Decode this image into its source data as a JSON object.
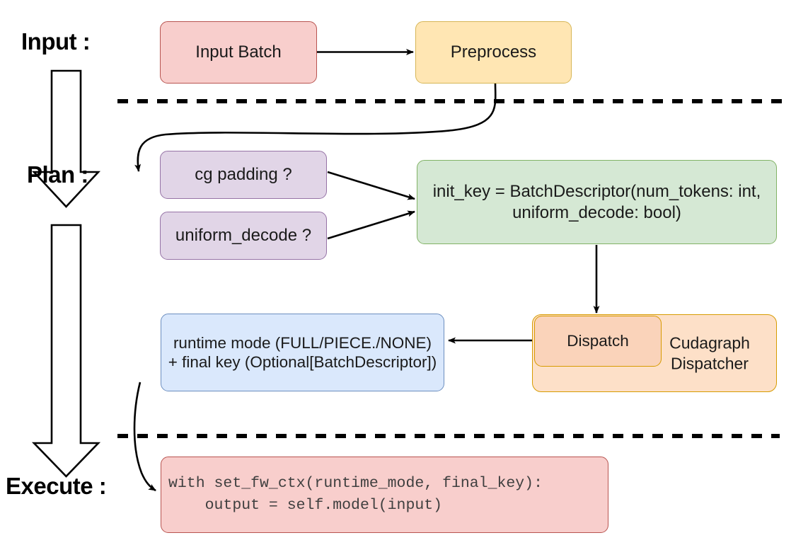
{
  "diagram": {
    "title": "vLLM cudagraph dispatch flow",
    "stages": [
      {
        "id": "input",
        "label": "Input :"
      },
      {
        "id": "plan",
        "label": "Plan :"
      },
      {
        "id": "execute",
        "label": "Execute :"
      }
    ],
    "nodes": [
      {
        "id": "input-batch",
        "label": "Input Batch",
        "color": "#f8cecc",
        "border": "#b85450"
      },
      {
        "id": "preprocess",
        "label": "Preprocess",
        "color": "#ffe6b3",
        "border": "#d6b656"
      },
      {
        "id": "cg-padding",
        "label": "cg padding ?",
        "color": "#e1d5e7",
        "border": "#9673a6"
      },
      {
        "id": "uniform-decode",
        "label": "uniform_decode ?",
        "color": "#e1d5e7",
        "border": "#9673a6"
      },
      {
        "id": "init-key",
        "label": "init_key = BatchDescriptor(num_tokens: int, uniform_decode: bool)",
        "line1": "init_key = BatchDescriptor(num_tokens: int,",
        "line2": "uniform_decode: bool)",
        "color": "#d5e8d4",
        "border": "#82b366"
      },
      {
        "id": "dispatch",
        "label": "Dispatch",
        "color": "#fad3ba",
        "border": "#d79b00"
      },
      {
        "id": "cudagraph-dispatcher",
        "label": "Cudagraph Dispatcher",
        "line1": "Cudagraph",
        "line2": "Dispatcher",
        "color": "#fde0c8",
        "border": "#d79b00"
      },
      {
        "id": "runtime-mode",
        "label": "runtime mode (FULL/PIECE./NONE) + final key (Optional[BatchDescriptor])",
        "line1": "runtime mode (FULL/PIECE./NONE)",
        "line2": "+ final key (Optional[BatchDescriptor])",
        "color": "#dae8fc",
        "border": "#6c8ebf"
      },
      {
        "id": "execute-code",
        "label": "with set_fw_ctx(runtime_mode, final_key):\n    output = self.model(input)",
        "line1": "with set_fw_ctx(runtime_mode, final_key):",
        "line2": "    output = self.model(input)",
        "color": "#f8cecc",
        "border": "#b85450"
      }
    ],
    "separators": [
      {
        "id": "input-plan-divider",
        "style": "dashed"
      },
      {
        "id": "plan-execute-divider",
        "style": "dashed"
      }
    ],
    "flow_arrows": [
      {
        "id": "input-batch-to-preprocess",
        "from": "input-batch",
        "to": "preprocess"
      },
      {
        "id": "preprocess-to-cg-padding",
        "from": "preprocess",
        "to": "cg-padding"
      },
      {
        "id": "cg-padding-to-init-key",
        "from": "cg-padding",
        "to": "init-key"
      },
      {
        "id": "uniform-decode-to-init-key",
        "from": "uniform-decode",
        "to": "init-key"
      },
      {
        "id": "init-key-to-dispatch",
        "from": "init-key",
        "to": "dispatch"
      },
      {
        "id": "dispatch-to-runtime-mode",
        "from": "dispatch",
        "to": "runtime-mode"
      },
      {
        "id": "runtime-mode-to-execute-code",
        "from": "runtime-mode",
        "to": "execute-code"
      }
    ],
    "stage_arrows": [
      {
        "id": "input-to-plan-arrow"
      },
      {
        "id": "plan-to-execute-arrow"
      }
    ]
  }
}
